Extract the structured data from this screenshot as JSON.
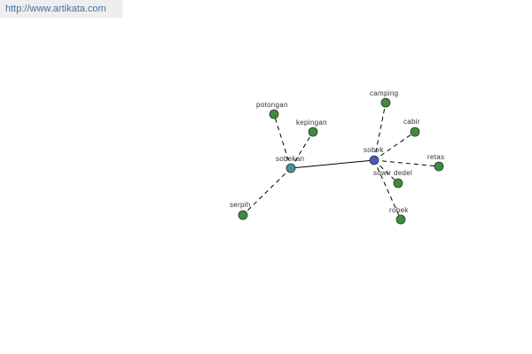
{
  "watermark": {
    "text": "http://www.artikata.com"
  },
  "colors": {
    "leaf_node": "#3f8a3f",
    "hub_primary": "#4a58c0",
    "hub_secondary": "#4a8fa0"
  },
  "graph": {
    "nodes": [
      {
        "id": "sobek",
        "label": "sobek",
        "kind": "hub_primary"
      },
      {
        "id": "sobekan",
        "label": "sobekan",
        "kind": "hub_secondary"
      },
      {
        "id": "potongan",
        "label": "potongan",
        "kind": "leaf"
      },
      {
        "id": "kepingan",
        "label": "kepingan",
        "kind": "leaf"
      },
      {
        "id": "serpih",
        "label": "serpih",
        "kind": "leaf"
      },
      {
        "id": "camping",
        "label": "camping",
        "kind": "leaf"
      },
      {
        "id": "cabir",
        "label": "cabir",
        "kind": "leaf"
      },
      {
        "id": "retas",
        "label": "retas",
        "kind": "leaf"
      },
      {
        "id": "sowir",
        "label": "sowir",
        "kind": "leaf"
      },
      {
        "id": "dedel",
        "label": "dedel",
        "kind": "leaf"
      },
      {
        "id": "robek",
        "label": "robek",
        "kind": "leaf"
      }
    ],
    "edges": [
      {
        "from": "sobek",
        "to": "sobekan",
        "style": "solid"
      },
      {
        "from": "sobekan",
        "to": "potongan",
        "style": "dashed"
      },
      {
        "from": "sobekan",
        "to": "kepingan",
        "style": "dashed"
      },
      {
        "from": "sobekan",
        "to": "serpih",
        "style": "dashed"
      },
      {
        "from": "sobek",
        "to": "camping",
        "style": "dashed"
      },
      {
        "from": "sobek",
        "to": "cabir",
        "style": "dashed"
      },
      {
        "from": "sobek",
        "to": "retas",
        "style": "dashed"
      },
      {
        "from": "sobek",
        "to": "dedel",
        "style": "dashed"
      },
      {
        "from": "sobek",
        "to": "robek",
        "style": "dashed"
      }
    ]
  }
}
